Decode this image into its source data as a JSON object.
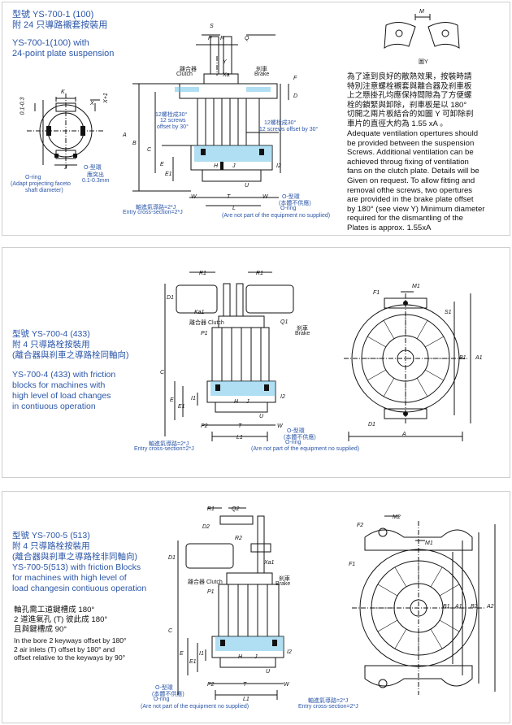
{
  "section1": {
    "model_zh": "型號 YS-700-1 (100)",
    "sub_zh": "附 24 只導路襯套按裝用",
    "model_en": "YS-700-1(100) with",
    "sub_en": "24-point plate suspension",
    "view_label": "圖Y",
    "para_zh": [
      "為了達到良好的散熱效果，按裝時請",
      "特別注意螺栓襯套與離合器及刹車板",
      "上之懸掛孔均應保持間隙為了方便螺",
      "栓的鎖緊與卸除，刹車板是以 180°",
      "切開之兩片板結合的如圖 Y 可卸除刹",
      "車片的直徑大約為 1.55 xA 。"
    ],
    "para_en": [
      "Adequate ventilation opertures should",
      "be provided between the suspension",
      "Screws. Additional ventilation can be",
      "achieved throug fixing of ventilation",
      "fans on the clutch plate. Details will be",
      "Given on request. To allow fitting and",
      "removal ofthe screws, two opertures",
      "are provided in the brake plate offset",
      "by 180° (see view Y) Minimum diameter",
      "required for the dismantling of the",
      "Plates is approx. 1.55xA"
    ],
    "labels": {
      "clutch_zh": "離合器",
      "clutch_en": "Clutch",
      "brake_zh": "刹車",
      "brake_en": "Brake",
      "screws12_zh": "12螺栓成30°",
      "screws12_en1": "12 screws",
      "screws12_en2": "offset by 30°",
      "screws12r_zh": "12螺栓成30°",
      "screws12r_en": "12 screws offset by 30°",
      "oring_zh": "O-型環",
      "oring_zh2": "(本體不供應)",
      "oring_en": "O-ring",
      "not_supplied": "(Are not part of the equipment no supplied)",
      "entry_zh": "軸進氣導路=2*J",
      "entry_en": "Entry cross-section=2*J",
      "oring_left_en": "O-ring",
      "adapt": "(Adapt projecting faceto",
      "adapt2": "shaft diameter)",
      "oring_left_zh": "O-型環",
      "oring_left_zh2": "應突出",
      "oring_left_mm": "0.1-0.3mm",
      "tol": "0.1-0.3"
    }
  },
  "section2": {
    "model_zh": "型號 YS-700-4 (433)",
    "sub_zh1": "附 4 只導路栓按裝用",
    "sub_zh2": "(離合器與刹車之導路栓同軸向)",
    "desc_en": [
      "YS-700-4 (433) with friction",
      "blocks for machines with",
      "high level of load changes",
      "in contiuous operation"
    ],
    "labels": {
      "clutch": "離合器 Clutch",
      "brake_zh": "刹車",
      "brake_en": "Brake",
      "oring_zh": "O-型環",
      "oring_zh2": "(本體不供應)",
      "oring_en": "O-ring",
      "entry_zh": "軸進氣導路=2*J",
      "entry_en": "Entry cross-section=2*J",
      "not_supplied": "(Are not part of the equipment no supplied)"
    }
  },
  "section3": {
    "model_zh": "型號 YS-700-5 (513)",
    "sub_zh1": "附 4 只導路栓按裝用",
    "sub_zh2": "(離合器與刹車之導路栓非同軸向)",
    "desc_en": [
      "YS-700-5(513) with friction Blocks",
      "for machines with high level of",
      "load changesin contiuous operation"
    ],
    "note_zh": [
      "軸孔需工道鍵槽成 180°",
      "2 道進氣孔 (T) 彼此成 180°",
      "且與鍵槽成 90°"
    ],
    "note_en": [
      "In the bore 2 keyways offset by 180°",
      "2 air inlets (T) offset by 180° and",
      "offset relative to the keyways by 90°"
    ],
    "labels": {
      "clutch": "離合器 Clutch",
      "brake_zh": "刹車",
      "brake_en": "Brake",
      "oring_zh": "O-型環",
      "oring_zh2": "(本體不供應)",
      "oring_en": "O-ring",
      "not_supplied": "(Are not part of the equipment no supplied)",
      "entry_zh": "軸進氣導路=2*J",
      "entry_en": "Entry cross-section=2*J"
    }
  },
  "dims": {
    "S": "S",
    "P": "P",
    "R": "R",
    "Q": "Q",
    "F": "F",
    "D": "D",
    "Y": "Y",
    "Xa": "Xa",
    "A": "A",
    "B": "B",
    "C": "C",
    "E": "E",
    "E1": "E1",
    "H": "H",
    "J": "J",
    "I2": "I2",
    "U": "U",
    "W": "W",
    "T": "T",
    "L": "L",
    "K": "K",
    "X": "X",
    "X1": "X+1",
    "M": "M",
    "R1": "R1",
    "D1": "D1",
    "Ka1": "Ka1",
    "P1": "P1",
    "Q1": "Q1",
    "I1": "I1",
    "P2": "P2",
    "L1": "L1",
    "M1": "M1",
    "S1": "S1",
    "B1": "B1",
    "A1": "A1",
    "Q2": "Q2",
    "D2": "D2",
    "R2": "R2",
    "Xa1": "Xa1",
    "F1": "F1",
    "F2": "F2",
    "M2": "M2",
    "B2": "B2",
    "A2": "A2"
  }
}
